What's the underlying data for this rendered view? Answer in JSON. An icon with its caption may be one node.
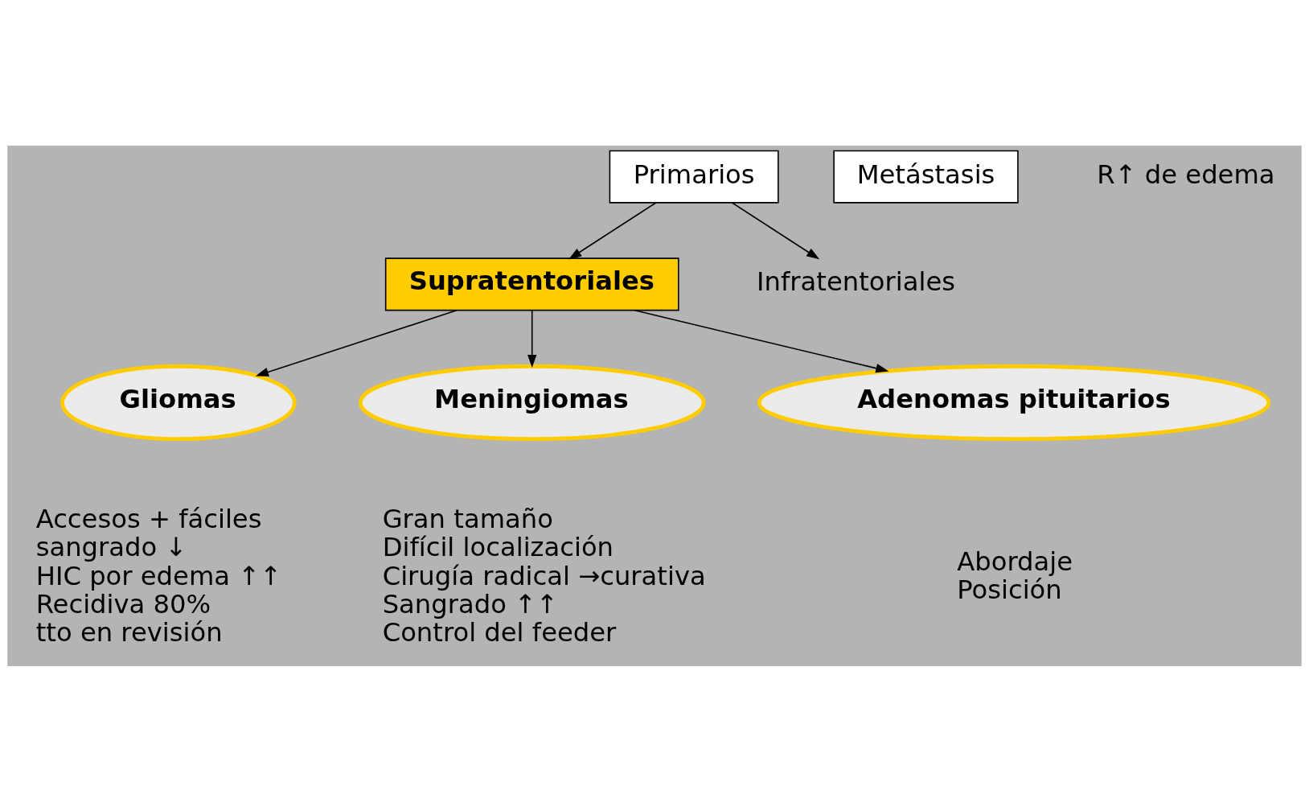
{
  "diagram": {
    "nodes": [
      {
        "text": [
          "Primarios"
        ]
      },
      {
        "text": [
          "Metástasis"
        ],
        "beside": [
          "R↑ de edema"
        ]
      },
      {
        "text": [
          "Supratentoriales"
        ]
      },
      {
        "text": [
          "Infratentoriales"
        ]
      },
      {
        "text": [
          "Gliomas"
        ],
        "beside": [
          "Accesos + fáciles",
          "sangrado ↓",
          "HIC por edema ↑↑",
          "Recidiva 80%",
          "tto en revisión"
        ]
      },
      {
        "text": [
          "Meningiomas"
        ],
        "beside": [
          "Gran tamaño",
          "Difícil localización",
          "Cirugía radical →curativa",
          "Sangrado ↑↑",
          "Control del feeder"
        ]
      },
      {
        "text": [
          "Adenomas pituitarios"
        ],
        "beside": [
          "Abordaje",
          "Posición"
        ]
      }
    ],
    "edges": [
      {
        "from": 0,
        "to": 2,
        "arrow": "to"
      },
      {
        "from": 0,
        "to": 3,
        "arrow": "to"
      },
      {
        "from": 2,
        "to": 4,
        "arrow": "to"
      },
      {
        "from": 2,
        "to": 5,
        "arrow": "to"
      },
      {
        "from": 2,
        "to": 6,
        "arrow": "to"
      }
    ]
  }
}
